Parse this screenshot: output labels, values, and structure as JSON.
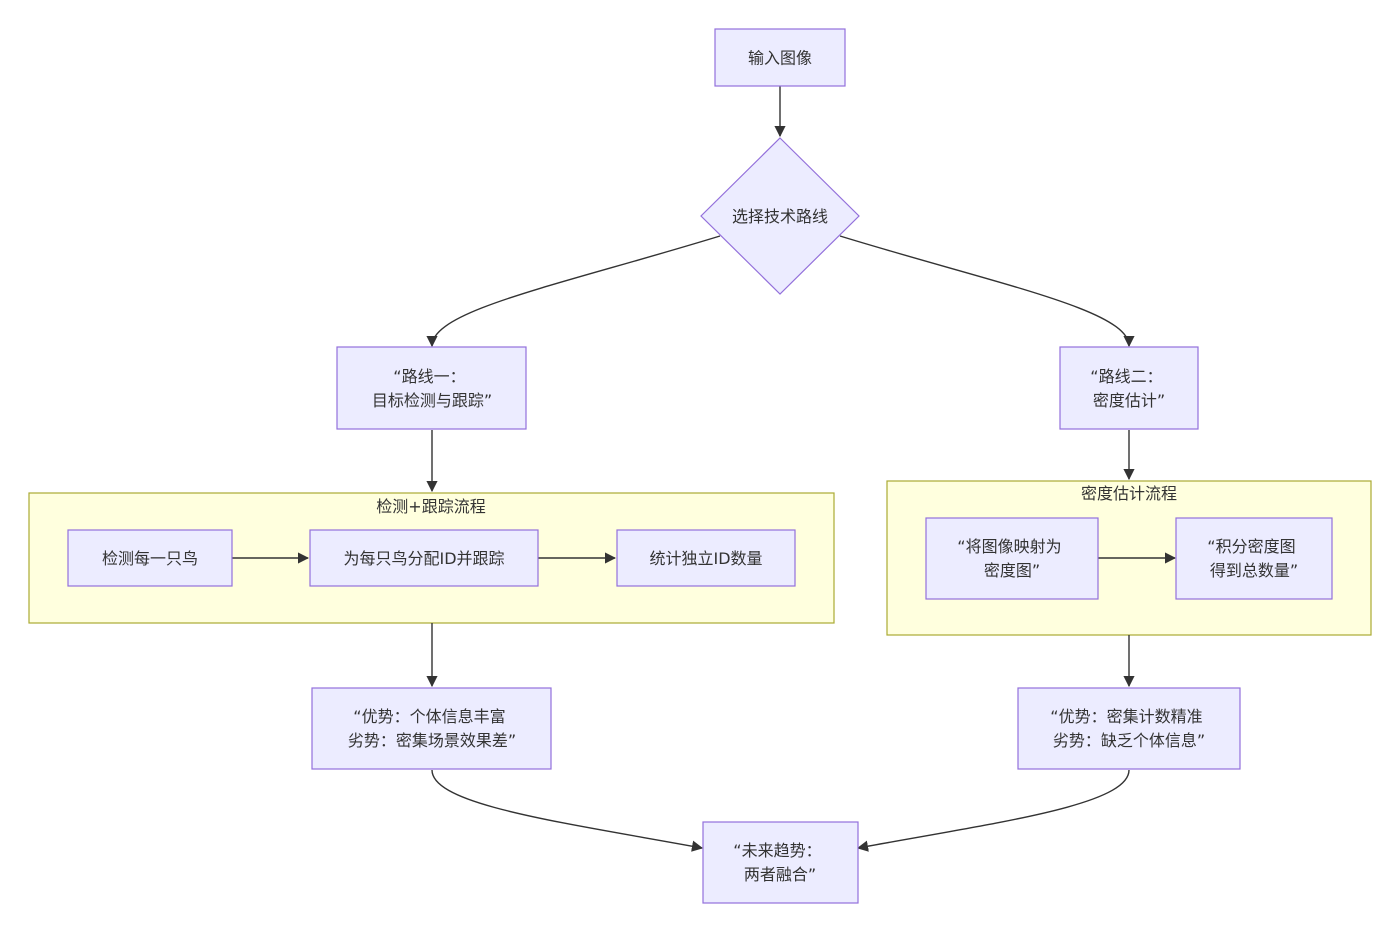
{
  "colors": {
    "node_fill": "#ECECFF",
    "node_stroke": "#9370DB",
    "cluster_fill": "#FFFFDE",
    "cluster_stroke": "#AAAA33",
    "edge": "#333333",
    "text": "#333333"
  },
  "nodes": {
    "input": [
      "输入图像"
    ],
    "decision": [
      "选择技术路线"
    ],
    "route1": [
      "“路线一：",
      "目标检测与跟踪”"
    ],
    "route2": [
      "“路线二：",
      "密度估计”"
    ],
    "detect": [
      "检测每一只鸟"
    ],
    "assign_id": [
      "为每只鸟分配ID并跟踪"
    ],
    "count_id": [
      "统计独立ID数量"
    ],
    "map_density": [
      "“将图像映射为",
      "密度图”"
    ],
    "integrate": [
      "“积分密度图",
      "得到总数量”"
    ],
    "pros_cons_1": [
      "“优势：个体信息丰富",
      "劣势：密集场景效果差”"
    ],
    "pros_cons_2": [
      "“优势：密集计数精准",
      "劣势：缺乏个体信息”"
    ],
    "future": [
      "“未来趋势：",
      "两者融合”"
    ]
  },
  "clusters": {
    "detect_track": "检测+跟踪流程",
    "density_flow": "密度估计流程"
  },
  "edges": [
    [
      "input",
      "decision"
    ],
    [
      "decision",
      "route1"
    ],
    [
      "decision",
      "route2"
    ],
    [
      "route1",
      "detect_track"
    ],
    [
      "detect",
      "assign_id"
    ],
    [
      "assign_id",
      "count_id"
    ],
    [
      "route2",
      "density_flow"
    ],
    [
      "map_density",
      "integrate"
    ],
    [
      "detect_track",
      "pros_cons_1"
    ],
    [
      "density_flow",
      "pros_cons_2"
    ],
    [
      "pros_cons_1",
      "future"
    ],
    [
      "pros_cons_2",
      "future"
    ]
  ]
}
